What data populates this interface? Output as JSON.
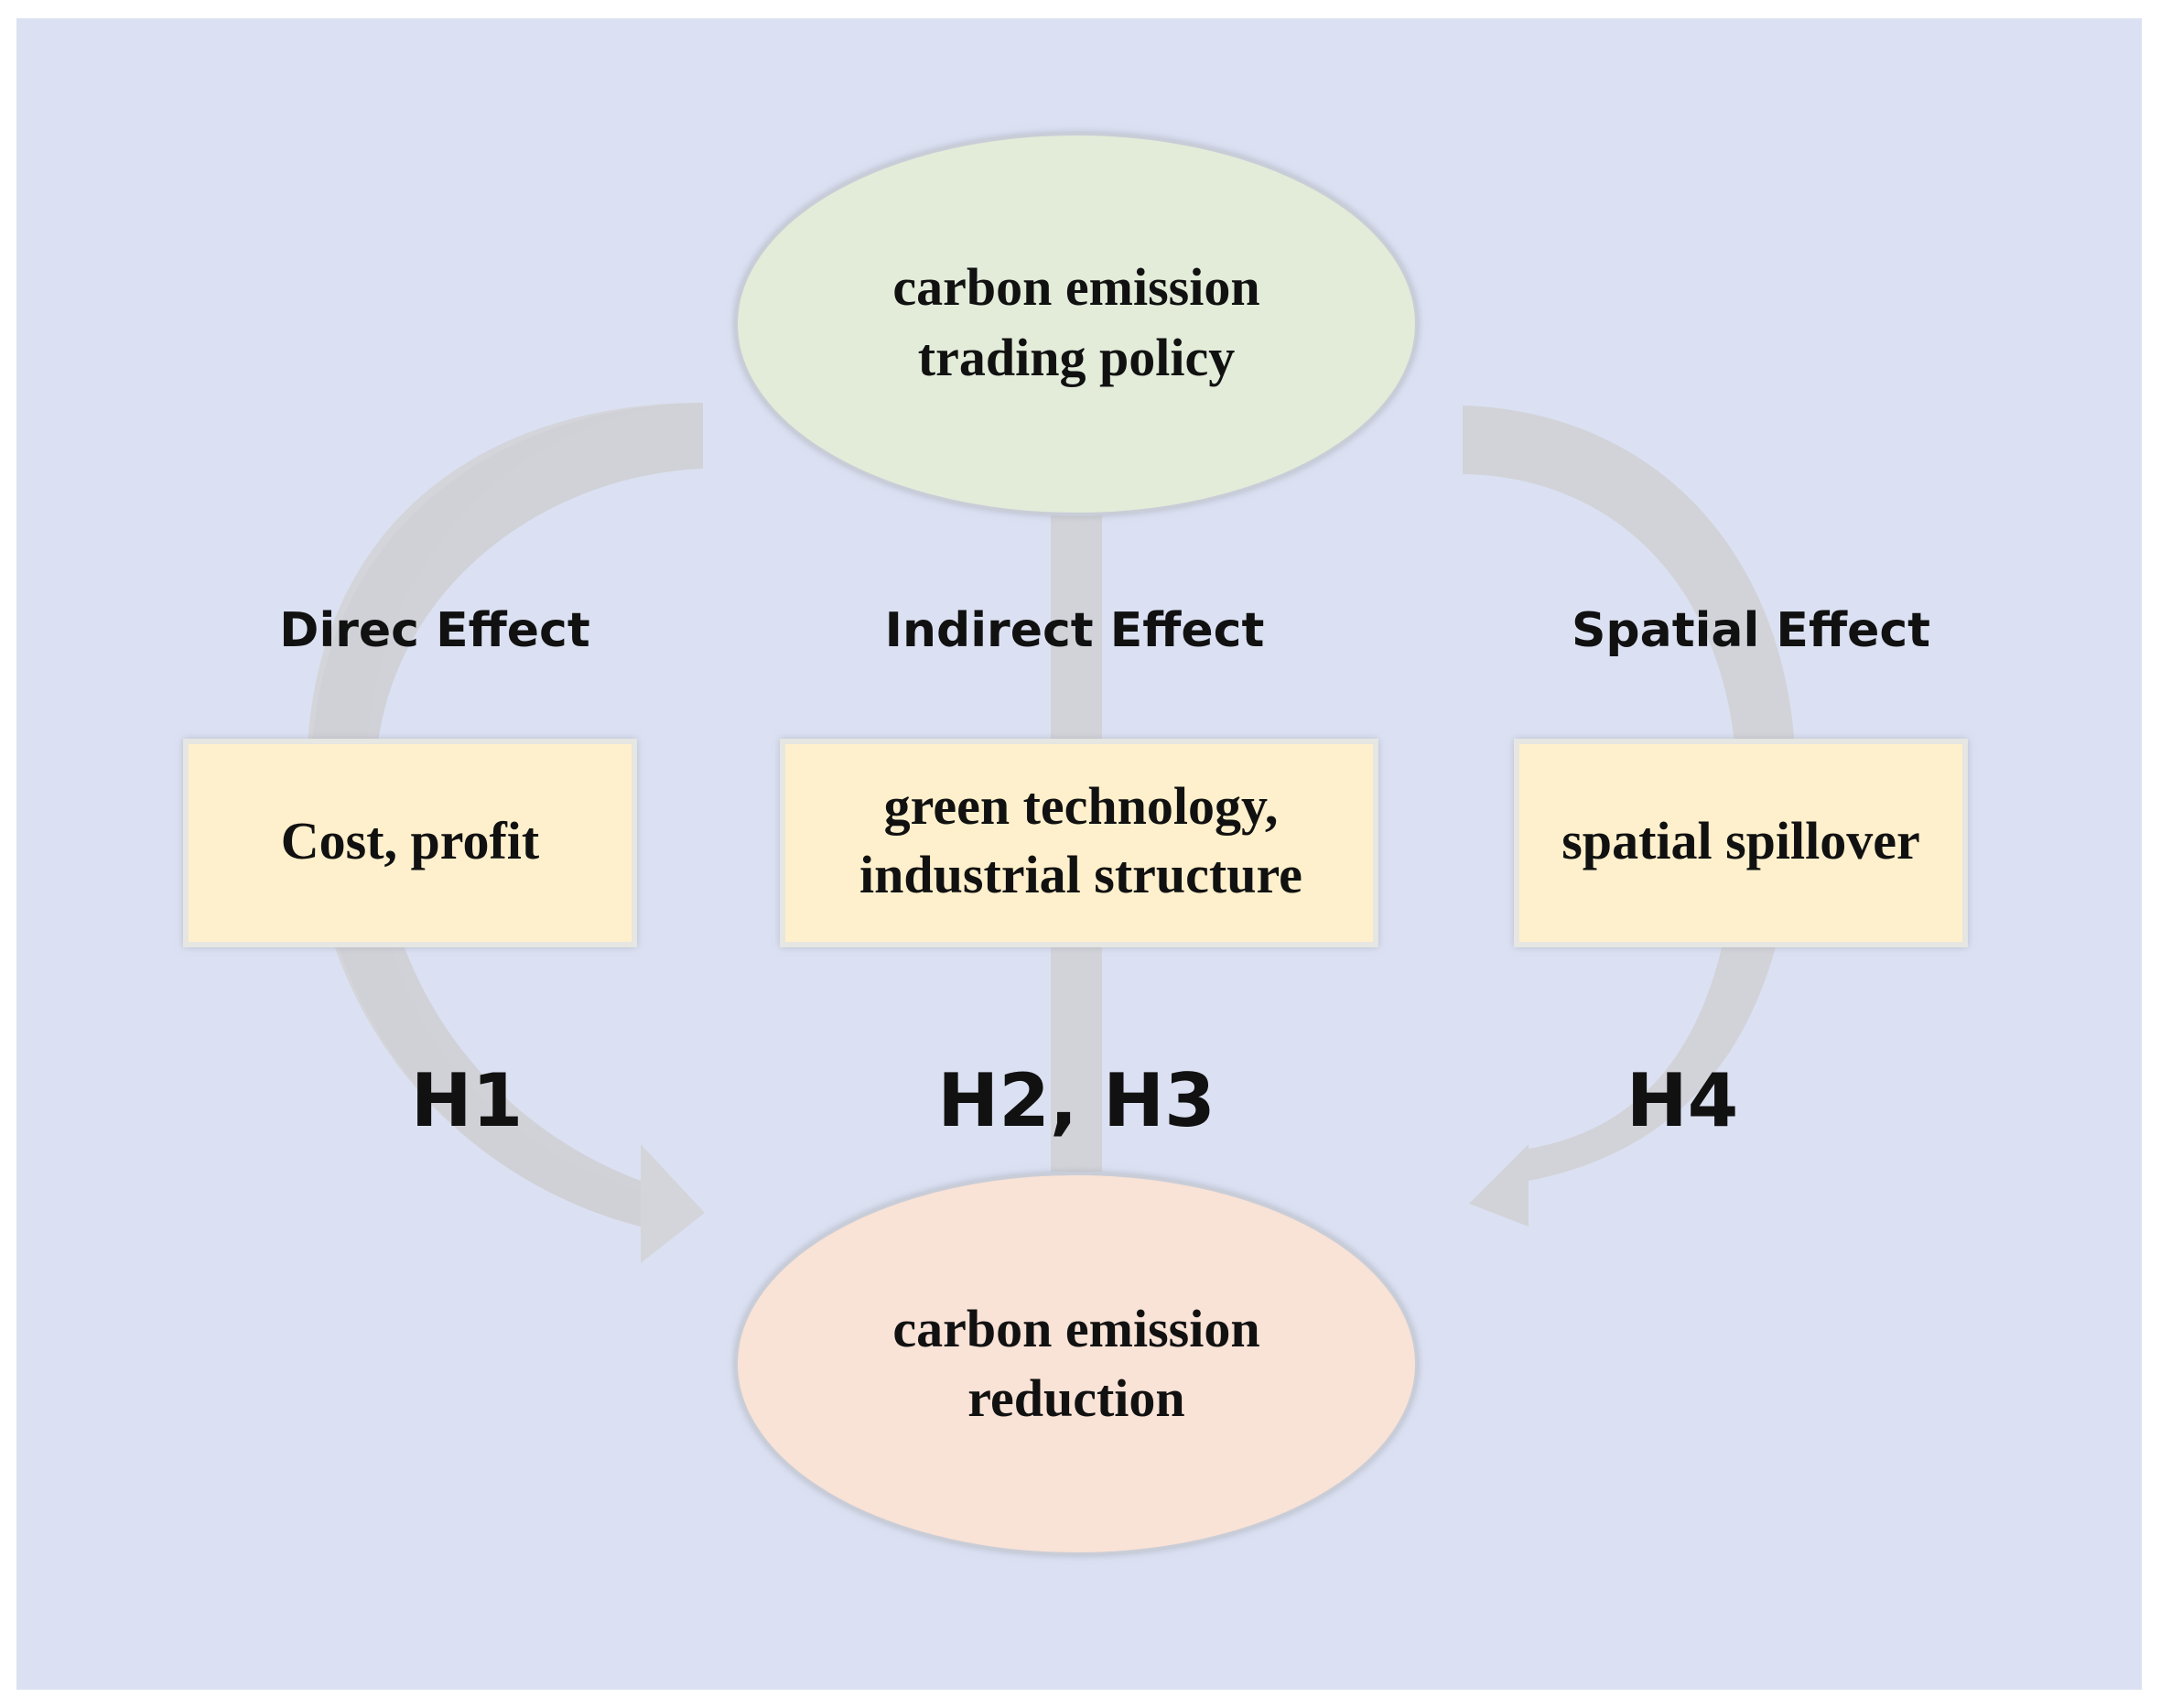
{
  "colors": {
    "background": "#dbe1f2",
    "frame": "#ffffff",
    "top_ellipse": "#e2ecd9",
    "bottom_ellipse": "#f9e2d6",
    "boxes": "#fef0cc",
    "box_border": "#e5e5e0",
    "arrows": "#d2d3d8",
    "text": "#111111"
  },
  "nodes": {
    "policy": {
      "line1": "carbon emission",
      "line2": "trading policy"
    },
    "reduction": {
      "line1": "carbon emission",
      "line2": "reduction"
    },
    "cost_box": {
      "line1": "Cost, profit"
    },
    "green_box": {
      "line1": "green technology,",
      "line2": "industrial structure"
    },
    "spatial_box": {
      "line1": "spatial spillover"
    }
  },
  "effects": {
    "direct": "Direc Effect",
    "indirect": "Indirect Effect",
    "spatial": "Spatial Effect"
  },
  "hypotheses": {
    "h1": "H1",
    "h2_h3": "H2, H3",
    "h4": "H4"
  }
}
